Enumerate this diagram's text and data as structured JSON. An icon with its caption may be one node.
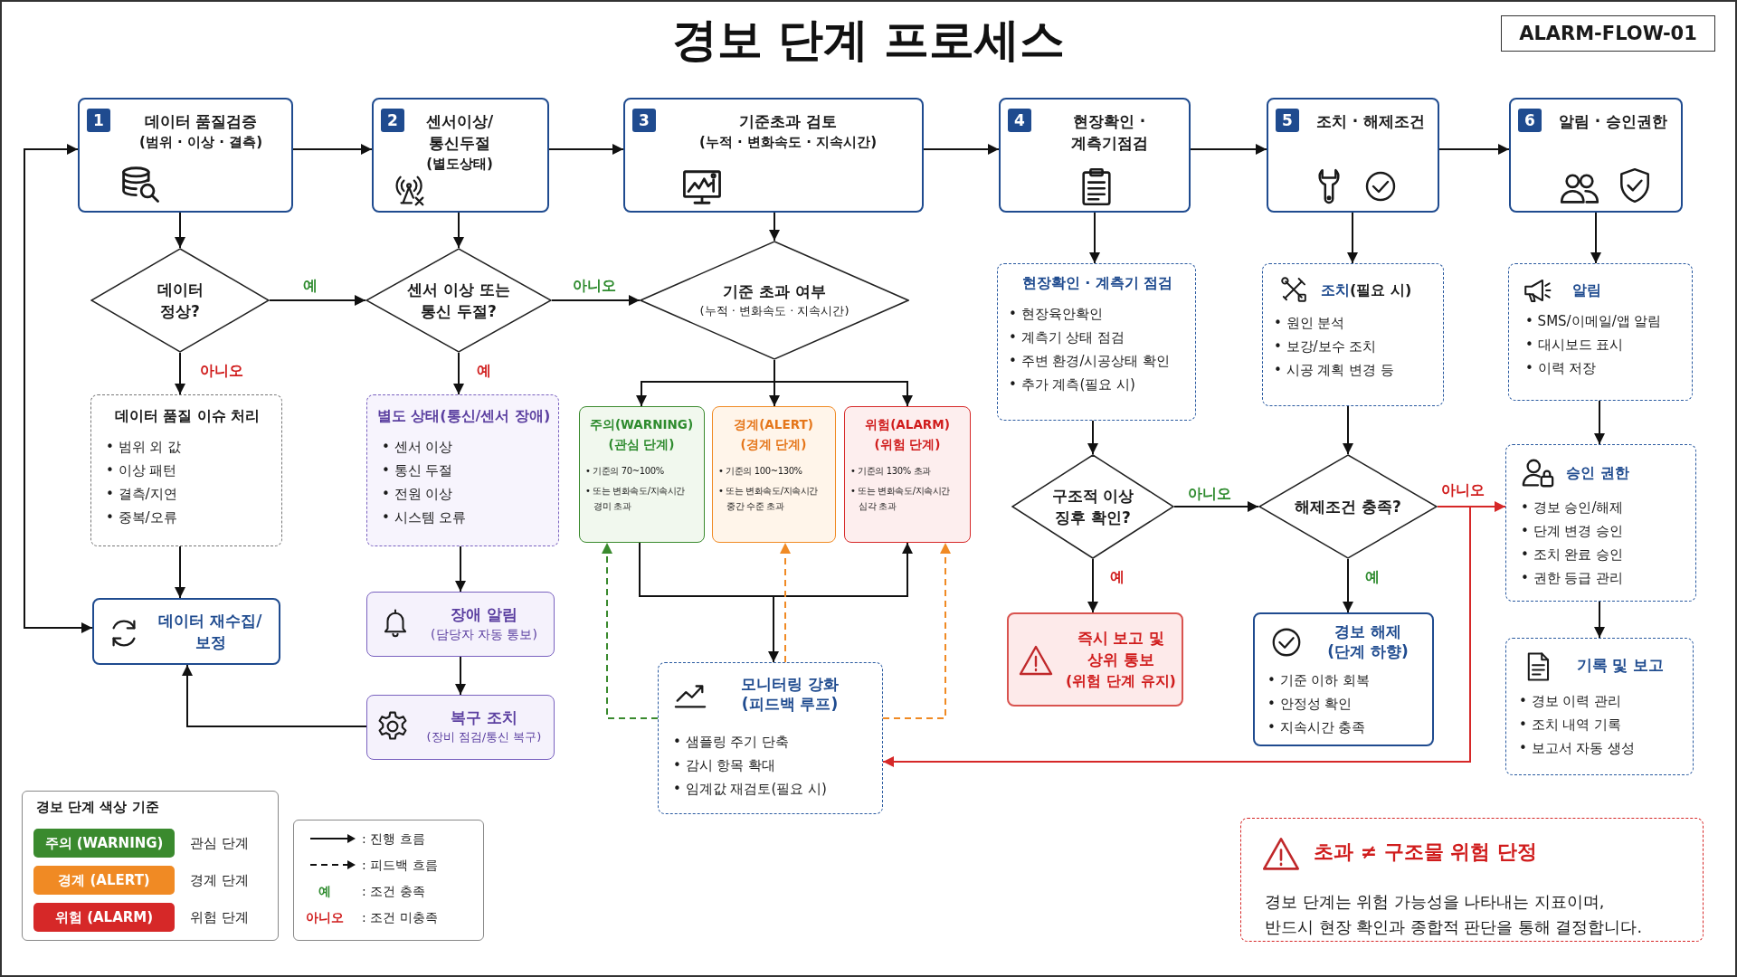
{
  "diagram": {
    "title": "경보 단계 프로세스",
    "nodes": [
      {
        "text": [
          "1",
          "데이터 품질검증",
          "(범위 · 이상 · 결측)"
        ]
      },
      {
        "text": [
          "2",
          "센서이상/ 통신두절",
          "(별도상태)"
        ]
      },
      {
        "text": [
          "3",
          "기준초과 검토",
          "(누적 · 변화속도 · 지속시간)"
        ]
      },
      {
        "text": [
          "4",
          "현장확인 · 계측기점검"
        ]
      },
      {
        "text": [
          "5",
          "조치 · 해제조건"
        ]
      },
      {
        "text": [
          "6",
          "알림 · 승인권한"
        ]
      },
      {
        "text": [
          "데이터 정상?"
        ]
      },
      {
        "text": [
          "센서 이상 또는 통신 두절?"
        ]
      },
      {
        "text": [
          "기준 초과 여부",
          "(누적 · 변화속도 · 지속시간)"
        ]
      },
      {
        "text": [
          "현장확인 · 계측기 점검",
          "• 현장육안확인",
          "• 계측기 상태 점검",
          "• 주변 환경/시공상태 확인",
          "• 추가 계측(필요 시)"
        ]
      },
      {
        "text": [
          "**조치**(필요 시)",
          "• 원인 분석",
          "• 보강/보수 조치",
          "• 시공 계획 변경 등"
        ]
      },
      {
        "text": [
          "알림",
          "• SMS/이메일/앱 알림",
          "• 대시보드 표시",
          "• 이력 저장"
        ]
      },
      {
        "text": [
          "데이터 품질 이슈 처리",
          "• 범위 외 값",
          "• 이상 패턴",
          "• 결측/지연",
          "• 중복/오류"
        ]
      },
      {
        "text": [
          "별도 상태(통신/센서 장애)",
          "• 센서 이상",
          "• 통신 두절",
          "• 전원 이상",
          "• 시스템 오류"
        ]
      },
      {
        "text": [
          "주의(WARNING) (관심 단계)",
          "• 기준의 70~100%",
          "• 또는 변화속도/지속시간 경미 초과"
        ]
      },
      {
        "text": [
          "경계(ALERT) (경계 단계)",
          "• 기준의 100~130%",
          "• 또는 변화속도/지속시간 중간 수준 초과"
        ]
      },
      {
        "text": [
          "위험(ALARM) (위험 단계)",
          "• 기준의 130% 초과",
          "• 또는 변화속도/지속시간 심각 초과"
        ]
      },
      {
        "text": [
          "구조적 이상 징후 확인?"
        ]
      },
      {
        "text": [
          "해제조건 충족?"
        ]
      },
      {
        "text": [
          "승인 권한",
          "• 경보 승인/해제",
          "• 단계 변경 승인",
          "• 조치 완료 승인",
          "• 권한 등급 관리"
        ]
      },
      {
        "text": [
          "데이터 재수집/ 보정"
        ]
      },
      {
        "text": [
          "장애 알림",
          "(담당자 자동 통보)"
        ]
      },
      {
        "text": [
          "복구 조치",
          "(장비 점검/통신 복구)"
        ]
      },
      {
        "text": [
          "모니터링 강화 (피드백 루프)",
          "• 샘플링 주기 단축",
          "• 감시 항목 확대",
          "• 임계값 재검토(필요 시)"
        ]
      },
      {
        "text": [
          "즉시 보고 및 상위 통보",
          "(위험 단계 유지)"
        ]
      },
      {
        "text": [
          "경보 해제 (단계 하향)",
          "• 기준 이하 회복",
          "• 안정성 확인",
          "• 지속시간 충족"
        ]
      },
      {
        "text": [
          "기록 및 보고",
          "• 경보 이력 관리",
          "• 조치 내역 기록",
          "• 보고서 자동 생성"
        ]
      },
      {
        "text": [
          "초과 ≠ 구조물 위험 단정",
          "경보 단계는 위험 가능성을 나타내는 지표이며, 반드시 현장 확인과 종합적 판단을 통해 결정합니다."
        ]
      }
    ],
    "edges": [
      {
        "from": 0,
        "to": 1,
        "arrow": "to"
      },
      {
        "from": 1,
        "to": 2,
        "arrow": "to"
      },
      {
        "from": 2,
        "to": 3,
        "arrow": "to"
      },
      {
        "from": 3,
        "to": 4,
        "arrow": "to"
      },
      {
        "from": 4,
        "to": 5,
        "arrow": "to"
      },
      {
        "from": 0,
        "to": 6,
        "arrow": "to"
      },
      {
        "from": 1,
        "to": 7,
        "arrow": "to"
      },
      {
        "from": 2,
        "to": 8,
        "arrow": "to"
      },
      {
        "from": 6,
        "to": 7,
        "arrow": "to",
        "label": "예"
      },
      {
        "from": 7,
        "to": 8,
        "arrow": "to",
        "label": "아니오"
      },
      {
        "from": 6,
        "to": 12,
        "arrow": "to",
        "label": "아니오"
      },
      {
        "from": 7,
        "to": 13,
        "arrow": "to",
        "label": "예"
      },
      {
        "from": 8,
        "to": 14,
        "arrow": "to"
      },
      {
        "from": 8,
        "to": 15,
        "arrow": "to"
      },
      {
        "from": 8,
        "to": 16,
        "arrow": "to"
      },
      {
        "from": 3,
        "to": 9,
        "arrow": "to"
      },
      {
        "from": 4,
        "to": 10,
        "arrow": "to"
      },
      {
        "from": 5,
        "to": 11,
        "arrow": "to"
      },
      {
        "from": 9,
        "to": 17,
        "arrow": "to"
      },
      {
        "from": 10,
        "to": 18,
        "arrow": "to"
      },
      {
        "from": 11,
        "to": 19,
        "arrow": "to"
      },
      {
        "from": 19,
        "to": 26,
        "arrow": "to"
      },
      {
        "from": 17,
        "to": 18,
        "arrow": "to",
        "label": "아니오"
      },
      {
        "from": 17,
        "to": 24,
        "arrow": "to",
        "label": "예"
      },
      {
        "from": 18,
        "to": 25,
        "arrow": "to",
        "label": "예"
      },
      {
        "from": 18,
        "to": 19,
        "arrow": "to",
        "label": "아니오",
        "color": "#d62828"
      },
      {
        "from": 18,
        "to": 23,
        "arrow": "to",
        "color": "#d62828"
      },
      {
        "from": 12,
        "to": 20,
        "arrow": "to"
      },
      {
        "from": 13,
        "to": 21,
        "arrow": "to"
      },
      {
        "from": 21,
        "to": 22,
        "arrow": "to"
      },
      {
        "from": 22,
        "to": 20,
        "arrow": "to"
      },
      {
        "from": 20,
        "to": 0,
        "arrow": "both"
      },
      {
        "from": 14,
        "to": 16,
        "arrow": "to"
      },
      {
        "from": 14,
        "to": 23,
        "arrow": "to"
      },
      {
        "from": 23,
        "to": 14,
        "arrow": "to",
        "style": "dashed",
        "color": "#3a8a2e"
      },
      {
        "from": 23,
        "to": 15,
        "arrow": "to",
        "style": "dashed",
        "color": "#f08a24"
      },
      {
        "from": 23,
        "to": 16,
        "arrow": "to",
        "style": "dashed",
        "color": "#f08a24"
      }
    ],
    "labels": [
      "ALARM-FLOW-01",
      "경보 단계 색상 기준",
      "주의 (WARNING)",
      "경계 (ALERT)",
      "위험 (ALARM)",
      "예",
      ": 조건 충족",
      "아니오",
      ": 조건 미충족"
    ],
    "legend": [
      {
        "text": "관심 단계",
        "color": "#3a8a2e"
      },
      {
        "text": "경계 단계",
        "color": "#f08a24"
      },
      {
        "text": "위험 단계",
        "color": "#d62828"
      },
      {
        "text": ": 진행 흐름"
      },
      {
        "text": ": 피드백 흐름"
      }
    ]
  }
}
